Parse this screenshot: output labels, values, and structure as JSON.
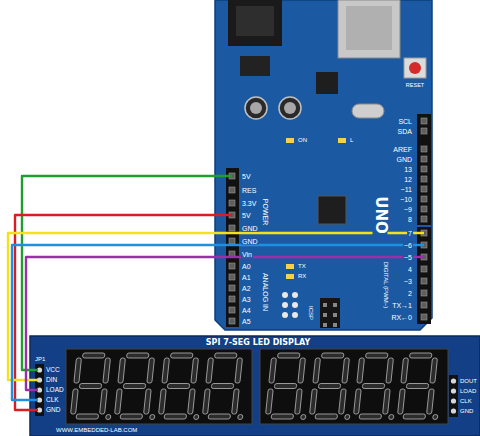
{
  "diagram": {
    "nodes": [
      {
        "text": [
          "UNO"
        ]
      },
      {
        "text": [
          "SPI 7-SEG LED DISPLAY",
          "WWW.EMBEDDED-LAB.COM"
        ]
      }
    ],
    "edges": [
      {
        "from": 0,
        "to": 1,
        "arrow": "none"
      },
      {
        "from": 0,
        "to": 1,
        "arrow": "none"
      },
      {
        "from": 0,
        "to": 1,
        "arrow": "none"
      },
      {
        "from": 0,
        "to": 1,
        "arrow": "none"
      },
      {
        "from": 0,
        "to": 1,
        "arrow": "none"
      }
    ],
    "labels": [
      "5V",
      "RES",
      "3.3V",
      "5V",
      "GND",
      "GND",
      "Vin",
      "A0",
      "A1",
      "A2",
      "A3",
      "A4",
      "A5",
      "SCL",
      "SDA",
      "AREF",
      "GND",
      "13",
      "12",
      "~11",
      "~10",
      "~9",
      "8",
      "7",
      "~6",
      "~5",
      "4",
      "~3",
      "2",
      "TX→1",
      "RX←0",
      "POWER",
      "ANALOG IN",
      "DIGITAL (PWM~)",
      "RESET",
      "ICSP",
      "TX",
      "RX",
      "L",
      "ON",
      "JP1",
      "VCC",
      "DIN",
      "LOAD",
      "CLK",
      "GND",
      "DOUT",
      "LOAD",
      "CLK",
      "GND"
    ]
  }
}
